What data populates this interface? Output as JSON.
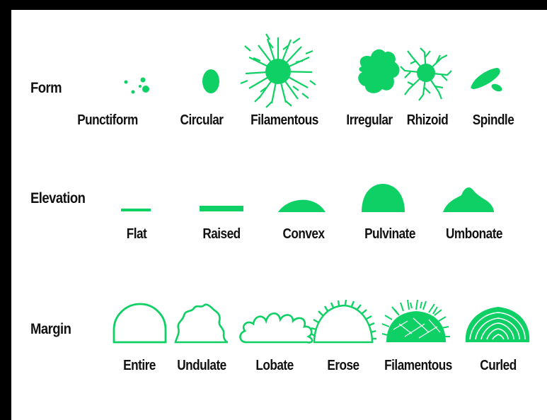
{
  "accent_color": "#0fd065",
  "rows": {
    "form": {
      "label": "Form",
      "items": [
        "Punctiform",
        "Circular",
        "Filamentous",
        "Irregular",
        "Rhizoid",
        "Spindle"
      ]
    },
    "elevation": {
      "label": "Elevation",
      "items": [
        "Flat",
        "Raised",
        "Convex",
        "Pulvinate",
        "Umbonate"
      ]
    },
    "margin": {
      "label": "Margin",
      "items": [
        "Entire",
        "Undulate",
        "Lobate",
        "Erose",
        "Filamentous",
        "Curled"
      ]
    }
  }
}
